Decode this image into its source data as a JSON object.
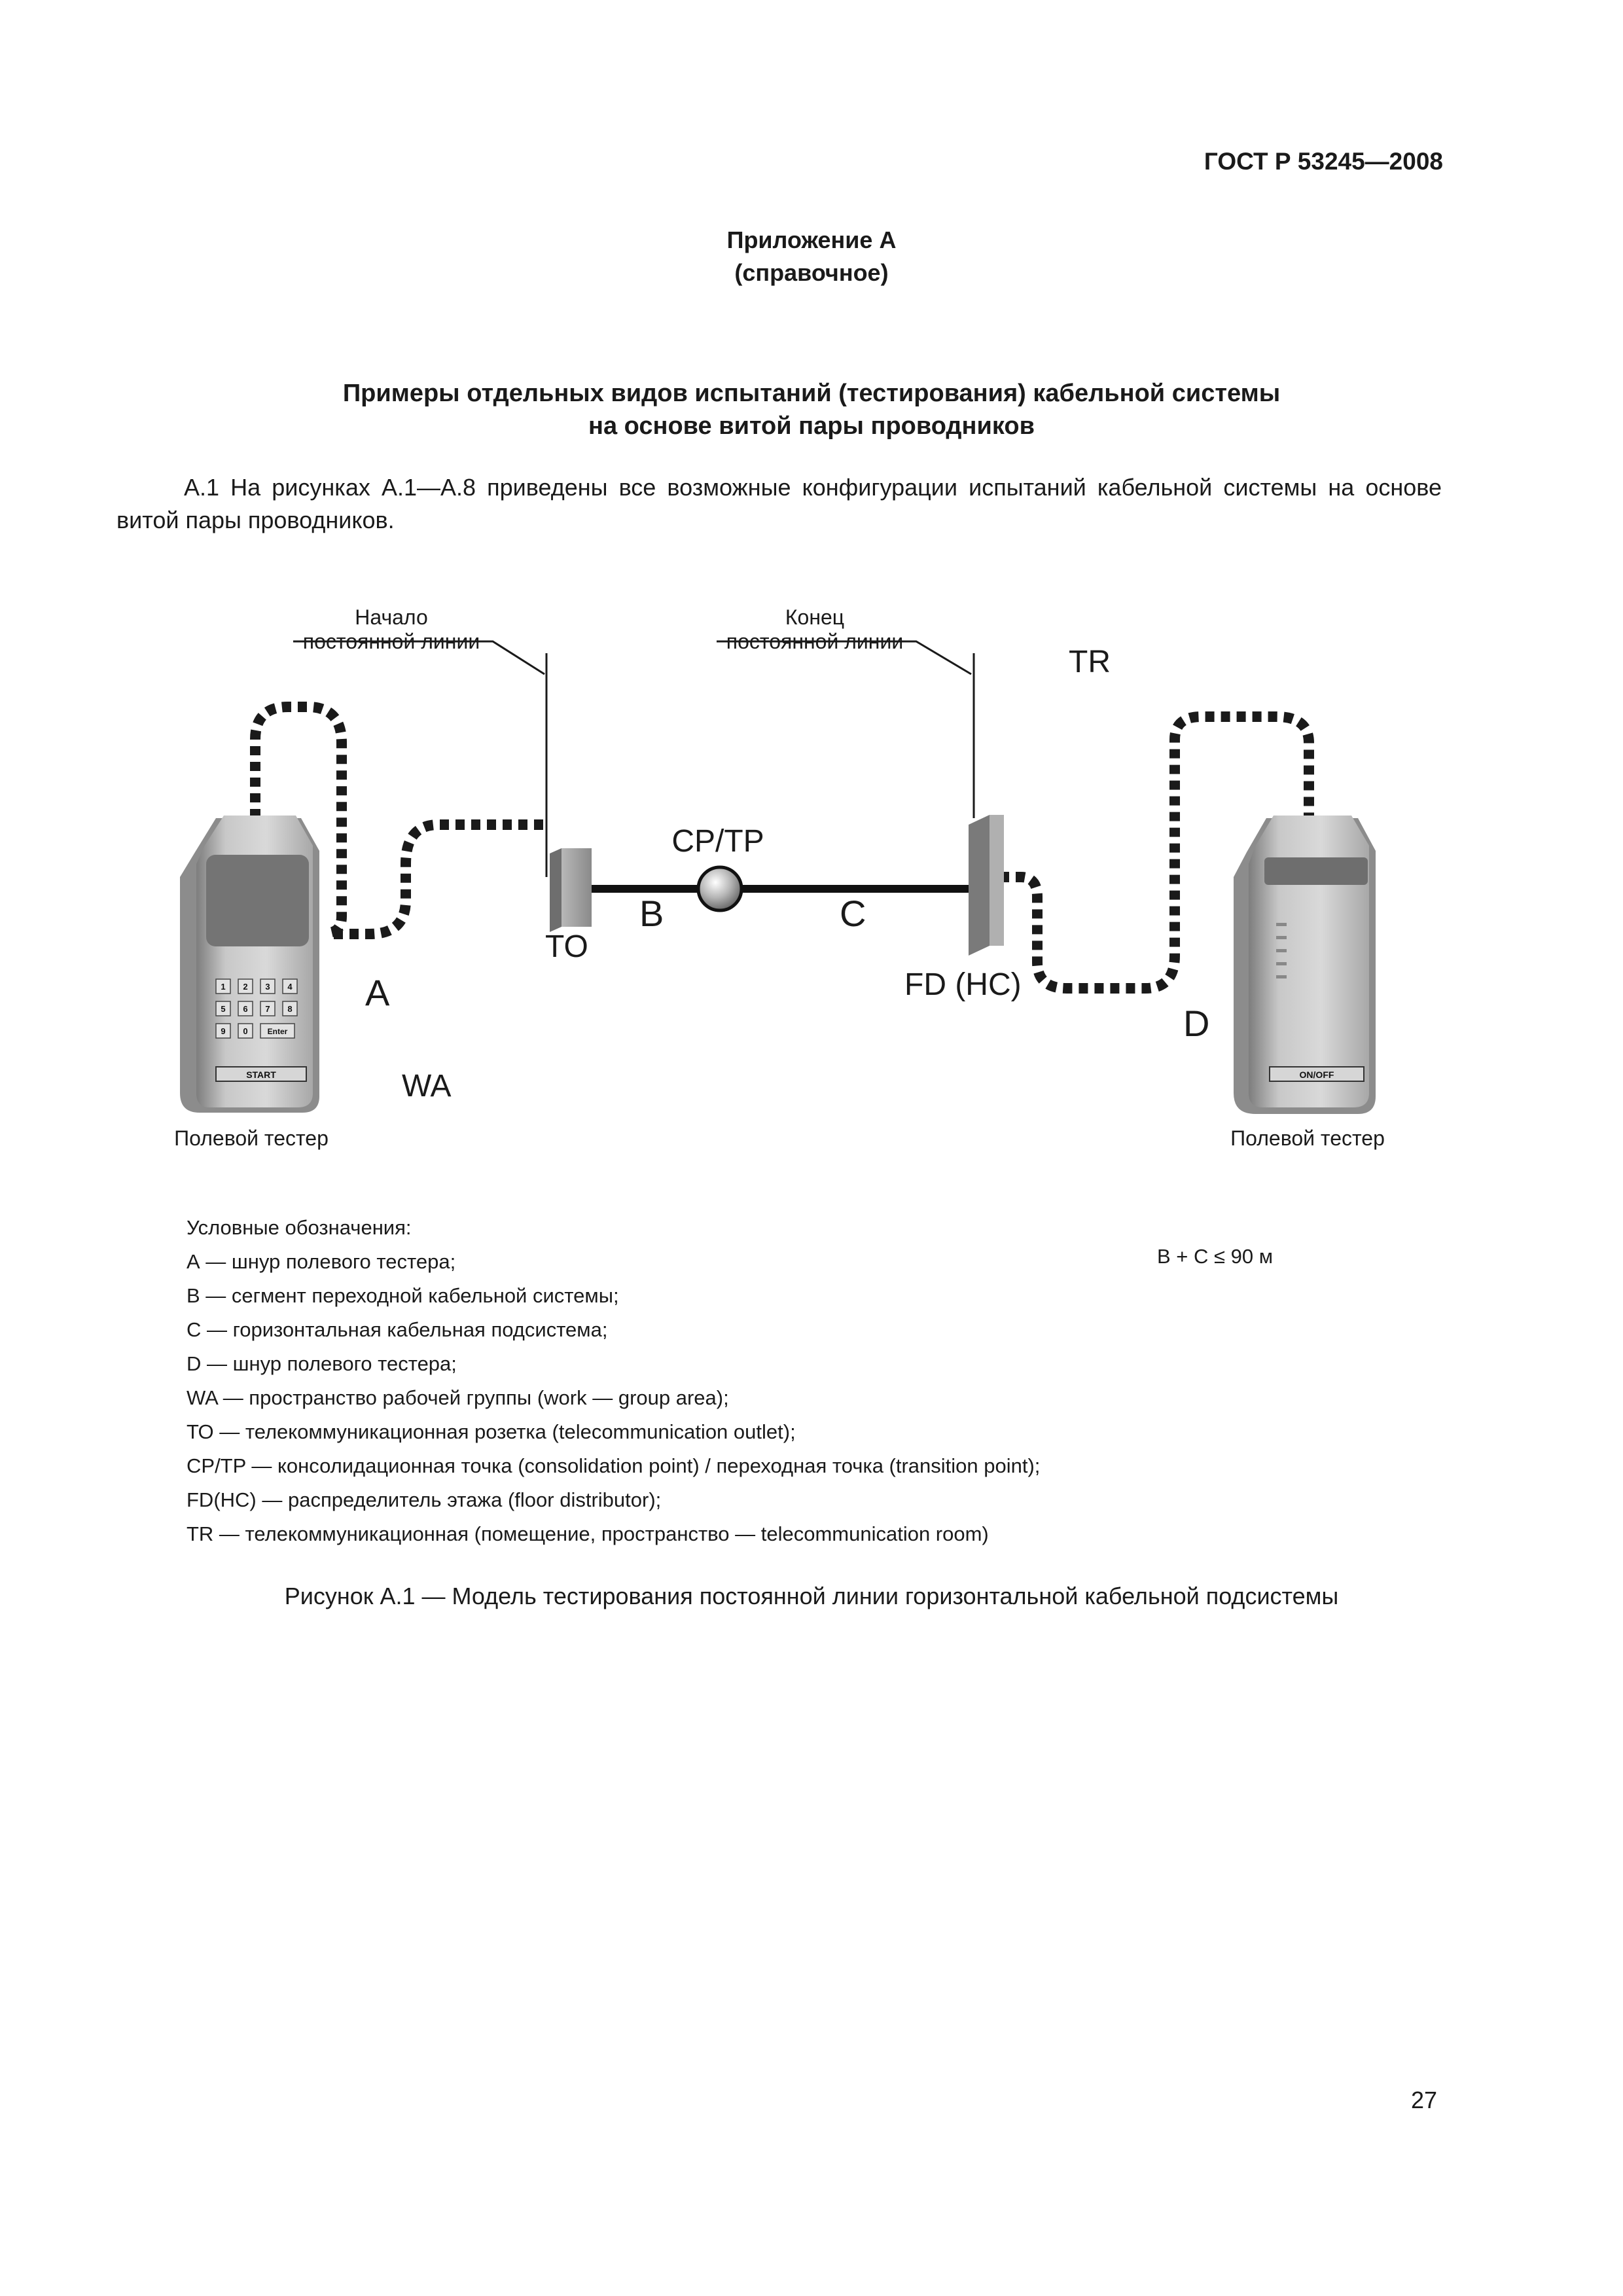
{
  "header": {
    "standard": "ГОСТ Р 53245—2008"
  },
  "appendix": {
    "title": "Приложение А",
    "note": "(справочное)"
  },
  "heading": {
    "line1": "Примеры отдельных видов испытаний (тестирования) кабельной системы",
    "line2": "на основе витой пары проводников"
  },
  "paragraph": "А.1 На рисунках А.1—А.8 приведены все возможные конфигурации испытаний кабельной системы на основе витой пары проводников.",
  "diagram": {
    "start_label_1": "Начало",
    "start_label_2": "постоянной линии",
    "end_label_1": "Конец",
    "end_label_2": "постоянной линии",
    "tr": "TR",
    "cp_tp": "CP/TP",
    "b": "B",
    "c": "C",
    "to": "TO",
    "fd_hc": "FD (HC)",
    "a": "A",
    "d": "D",
    "wa": "WA",
    "left_tester": "Полевой тестер",
    "right_tester": "Полевой тестер",
    "keys": [
      "1",
      "2",
      "3",
      "4",
      "5",
      "6",
      "7",
      "8",
      "9",
      "0",
      "Enter"
    ],
    "start_button": "START",
    "onoff_button": "ON/OFF"
  },
  "legend": {
    "title": "Условные обозначения:",
    "items": [
      "А — шнур полевого тестера;",
      "В — сегмент переходной кабельной системы;",
      "С — горизонтальная кабельная подсистема;",
      "D — шнур полевого тестера;",
      "WA — пространство рабочей группы (work — group area);",
      "ТО — телекоммуникационная розетка (telecommunication outlet);",
      "CP/TP — консолидационная точка (consolidation point) / переходная точка (transition point);",
      "FD(HC) — распределитель этажа (floor distributor);",
      "TR — телекоммуникационная (помещение, пространство — telecommunication room)"
    ],
    "formula": "B + C ≤ 90 м"
  },
  "caption": "Рисунок А.1 — Модель тестирования постоянной линии горизонтальной кабельной подсистемы",
  "page_number": "27"
}
